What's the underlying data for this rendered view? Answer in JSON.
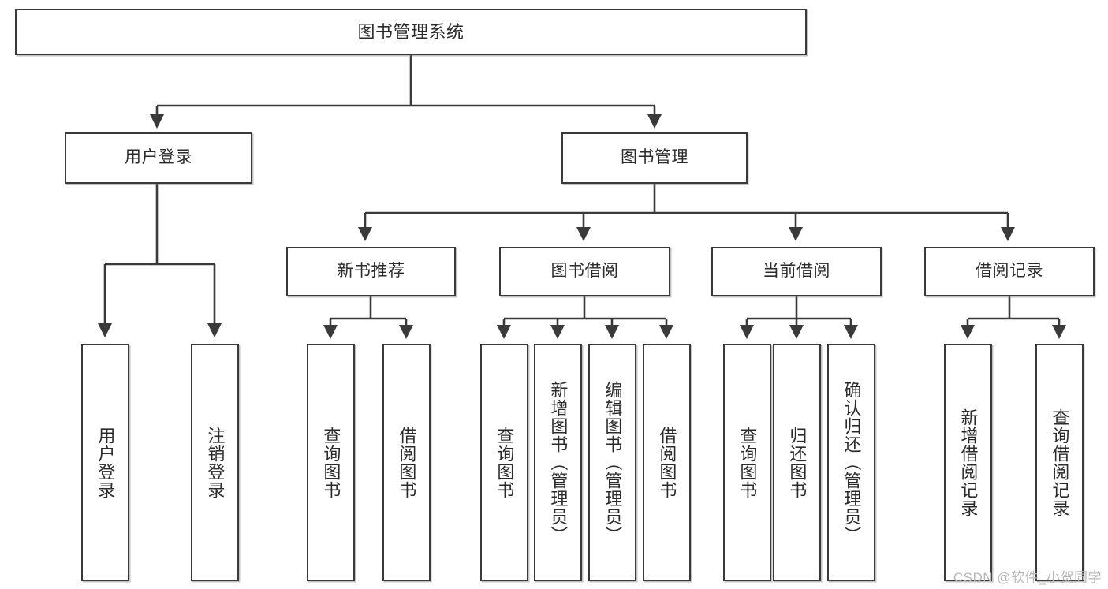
{
  "diagram": {
    "title": "图书管理系统",
    "type": "tree-hierarchy-diagram",
    "colors": {
      "box_border": "#3a3a3a",
      "box_fill": "#ffffff",
      "edge": "#3a3a3a",
      "text": "#2b2b2b",
      "watermark": "#b9b9b9"
    },
    "nodes": {
      "root": {
        "label": "图书管理系统"
      },
      "level2": [
        {
          "id": "user-login",
          "label": "用户登录"
        },
        {
          "id": "book-manage",
          "label": "图书管理"
        }
      ],
      "level3": [
        {
          "id": "new-book-rec",
          "label": "新书推荐"
        },
        {
          "id": "book-borrow",
          "label": "图书借阅"
        },
        {
          "id": "current-borrow",
          "label": "当前借阅"
        },
        {
          "id": "borrow-record",
          "label": "借阅记录"
        }
      ],
      "leaves": [
        {
          "id": "leaf-user-login",
          "label": "用户登录",
          "parent": "user-login"
        },
        {
          "id": "leaf-logout",
          "label": "注销登录",
          "parent": "user-login"
        },
        {
          "id": "leaf-query-book-rec",
          "label": "查询图书",
          "parent": "new-book-rec"
        },
        {
          "id": "leaf-borrow-book-rec",
          "label": "借阅图书",
          "parent": "new-book-rec"
        },
        {
          "id": "leaf-query-book-borrow",
          "label": "查询图书",
          "parent": "book-borrow"
        },
        {
          "id": "leaf-add-book",
          "label": "新增图书（管理员）",
          "parent": "book-borrow"
        },
        {
          "id": "leaf-edit-book",
          "label": "编辑图书（管理员）",
          "parent": "book-borrow"
        },
        {
          "id": "leaf-borrow-book",
          "label": "借阅图书",
          "parent": "book-borrow"
        },
        {
          "id": "leaf-query-book-cur",
          "label": "查询图书",
          "parent": "current-borrow"
        },
        {
          "id": "leaf-return-book",
          "label": "归还图书",
          "parent": "current-borrow"
        },
        {
          "id": "leaf-confirm-return",
          "label": "确认归还（管理员）",
          "parent": "current-borrow"
        },
        {
          "id": "leaf-add-record",
          "label": "新增借阅记录",
          "parent": "borrow-record"
        },
        {
          "id": "leaf-query-record",
          "label": "查询借阅记录",
          "parent": "borrow-record"
        }
      ]
    },
    "watermark": "CSDN @软件_小贺同学"
  }
}
